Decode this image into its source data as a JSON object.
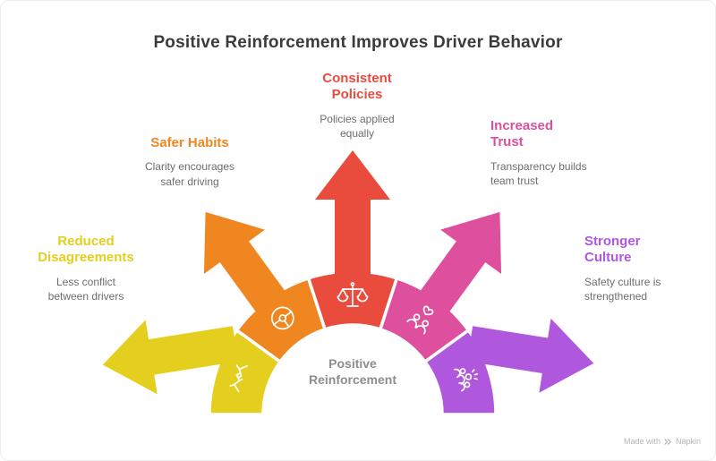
{
  "title": "Positive Reinforcement Improves Driver Behavior",
  "center_label": "Positive Reinforcement",
  "sections": [
    {
      "id": "reduced-disagreements",
      "heading": "Reduced Disagreements",
      "description": "Less conflict between drivers",
      "color": "#e4cf1e",
      "icon": "handshake-icon"
    },
    {
      "id": "safer-habits",
      "heading": "Safer Habits",
      "description": "Clarity encourages safer driving",
      "color": "#f0861f",
      "icon": "steering-wheel-icon"
    },
    {
      "id": "consistent-policies",
      "heading": "Consistent Policies",
      "description": "Policies applied equally",
      "color": "#e94b3c",
      "icon": "scales-icon"
    },
    {
      "id": "increased-trust",
      "heading": "Increased Trust",
      "description": "Transparency builds team trust",
      "color": "#de4f9e",
      "icon": "people-heart-icon"
    },
    {
      "id": "stronger-culture",
      "heading": "Stronger Culture",
      "description": "Safety culture is strengthened",
      "color": "#b058dd",
      "icon": "team-icon"
    }
  ],
  "watermark": {
    "prefix": "Made with",
    "brand": "Napkin"
  }
}
